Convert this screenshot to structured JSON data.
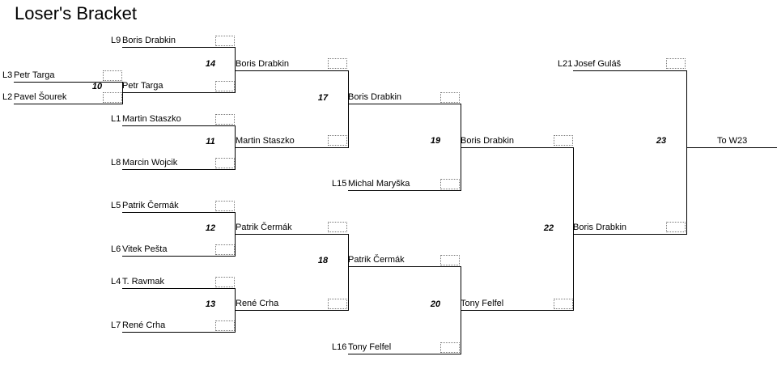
{
  "title": "Loser's Bracket",
  "bracket": {
    "r0": [
      {
        "seed": "L9",
        "name": "Boris Drabkin"
      },
      {
        "seed": "L3",
        "name": "Petr Targa"
      },
      {
        "seed": "L2",
        "name": "Pavel Šourek"
      },
      {
        "seed": "L1",
        "name": "Martin Staszko"
      },
      {
        "seed": "L8",
        "name": "Marcin Wojcik"
      },
      {
        "seed": "L5",
        "name": "Patrik Čermák"
      },
      {
        "seed": "L6",
        "name": "Vitek Pešta"
      },
      {
        "seed": "L4",
        "name": "T. Ravmak"
      },
      {
        "seed": "L7",
        "name": "René Crha"
      },
      {
        "seed": "L15",
        "name": "Michal Maryška"
      },
      {
        "seed": "L16",
        "name": "Tony Felfel"
      },
      {
        "seed": "L21",
        "name": "Josef Guláš"
      }
    ],
    "matches": {
      "m10": {
        "num": "10",
        "winner": "Petr Targa"
      },
      "m14": {
        "num": "14",
        "winner": "Boris Drabkin"
      },
      "m11": {
        "num": "11",
        "winner": "Martin Staszko"
      },
      "m12": {
        "num": "12",
        "winner": "Patrik Čermák"
      },
      "m13": {
        "num": "13",
        "winner": "René Crha"
      },
      "m17": {
        "num": "17",
        "winner": "Boris Drabkin"
      },
      "m18": {
        "num": "18",
        "winner": "Patrik Čermák"
      },
      "m19": {
        "num": "19",
        "winner": "Boris Drabkin"
      },
      "m20": {
        "num": "20",
        "winner": "Tony Felfel"
      },
      "m22": {
        "num": "22",
        "winner": "Boris Drabkin"
      },
      "m23": {
        "num": "23",
        "winner": "To W23"
      }
    }
  }
}
